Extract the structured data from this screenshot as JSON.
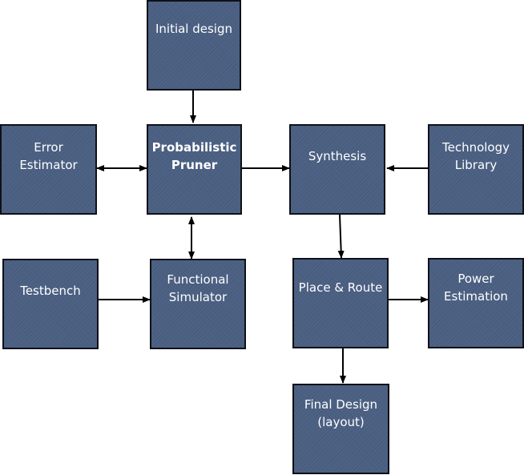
{
  "diagram": {
    "nodes": {
      "initial_design": "Initial design",
      "error_estimator": "Error\nEstimator",
      "probabilistic_pruner": "Probabilistic\nPruner",
      "synthesis": "Synthesis",
      "technology_library": "Technology\nLibrary",
      "testbench": "Testbench",
      "functional_simulator": "Functional\nSimulator",
      "place_route": "Place & Route",
      "power_estimation": "Power\nEstimation",
      "final_design": "Final Design\n(layout)"
    },
    "edges": [
      {
        "from": "Initial design",
        "to": "Probabilistic Pruner",
        "direction": "forward"
      },
      {
        "from": "Probabilistic Pruner",
        "to": "Error Estimator",
        "direction": "both"
      },
      {
        "from": "Probabilistic Pruner",
        "to": "Synthesis",
        "direction": "forward"
      },
      {
        "from": "Technology Library",
        "to": "Synthesis",
        "direction": "forward"
      },
      {
        "from": "Probabilistic Pruner",
        "to": "Functional Simulator",
        "direction": "both"
      },
      {
        "from": "Testbench",
        "to": "Functional Simulator",
        "direction": "forward"
      },
      {
        "from": "Synthesis",
        "to": "Place & Route",
        "direction": "forward"
      },
      {
        "from": "Place & Route",
        "to": "Power Estimation",
        "direction": "forward"
      },
      {
        "from": "Place & Route",
        "to": "Final Design (layout)",
        "direction": "forward"
      }
    ],
    "colors": {
      "box_fill": "#4a5f82",
      "box_border": "#0e1118",
      "text": "#ffffff",
      "arrow": "#000000"
    }
  }
}
